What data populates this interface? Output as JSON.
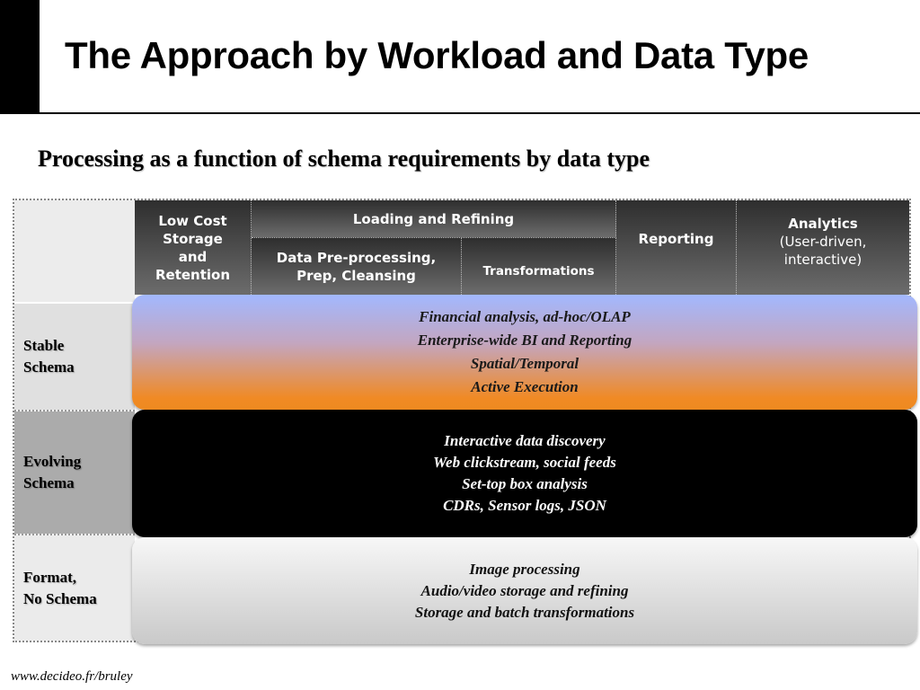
{
  "slide": {
    "title": "The Approach by Workload and Data Type",
    "subtitle": "Processing as a function of schema requirements by data type",
    "footer": "www.decideo.fr/bruley"
  },
  "columns": {
    "low_cost": [
      "Low Cost",
      "Storage",
      "and",
      "Retention"
    ],
    "loading_refining": "Loading and Refining",
    "preprocessing": [
      "Data Pre-processing,",
      "Prep, Cleansing"
    ],
    "transformations": "Transformations",
    "reporting": "Reporting",
    "analytics": {
      "title": "Analytics",
      "detail": [
        "(User-driven,",
        "interactive)"
      ]
    }
  },
  "rows": [
    {
      "label": [
        "Stable",
        "Schema"
      ],
      "items": [
        "Financial analysis, ad-hoc/OLAP",
        "Enterprise-wide BI and Reporting",
        "Spatial/Temporal",
        "Active Execution"
      ]
    },
    {
      "label": [
        "Evolving",
        "Schema"
      ],
      "items": [
        "Interactive data discovery",
        "Web clickstream, social feeds",
        "Set-top box analysis",
        "CDRs, Sensor logs, JSON"
      ]
    },
    {
      "label": [
        "Format,",
        "No Schema"
      ],
      "items": [
        "Image processing",
        "Audio/video storage and refining",
        "Storage and batch transformations"
      ]
    }
  ],
  "colors": {
    "header_dark": "#2e2e2e",
    "header_light": "#6c6c6c",
    "stable_band_top": "#a2b8ff",
    "stable_band_bottom": "#f08a24",
    "evolving_band": "#000000",
    "noschema_band_top": "#f7f7f7",
    "noschema_band_bottom": "#c9c9c9",
    "stable_label_bg": "#e0e0e0",
    "evolving_label_bg": "#ababab",
    "noschema_label_bg": "#ebebeb"
  }
}
